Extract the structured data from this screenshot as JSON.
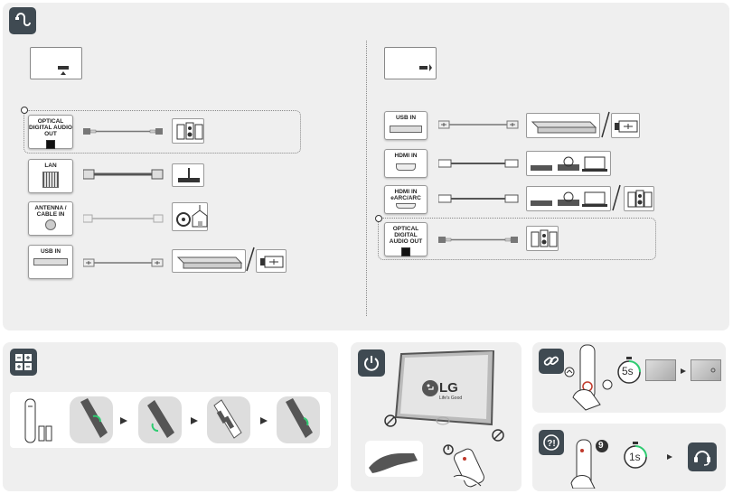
{
  "connections": {
    "left_ports": [
      {
        "label": "OPTICAL DIGITAL AUDIO OUT"
      },
      {
        "label": "LAN"
      },
      {
        "label": "ANTENNA / CABLE IN"
      },
      {
        "label": "USB IN"
      }
    ],
    "right_ports": [
      {
        "label": "USB IN"
      },
      {
        "label": "HDMI IN"
      },
      {
        "label": "HDMI IN eARC/ARC"
      },
      {
        "label": "OPTICAL DIGITAL AUDIO OUT"
      }
    ]
  },
  "power": {
    "brand": "LG",
    "tagline": "Life's Good"
  },
  "pairing": {
    "seconds": "5s"
  },
  "help": {
    "seconds": "1s",
    "button_number": "9"
  },
  "colors": {
    "icon_bg": "#3f4a52",
    "panel_bg": "#efefef",
    "accent_red": "#c0392b",
    "accent_green": "#2ecc71"
  }
}
